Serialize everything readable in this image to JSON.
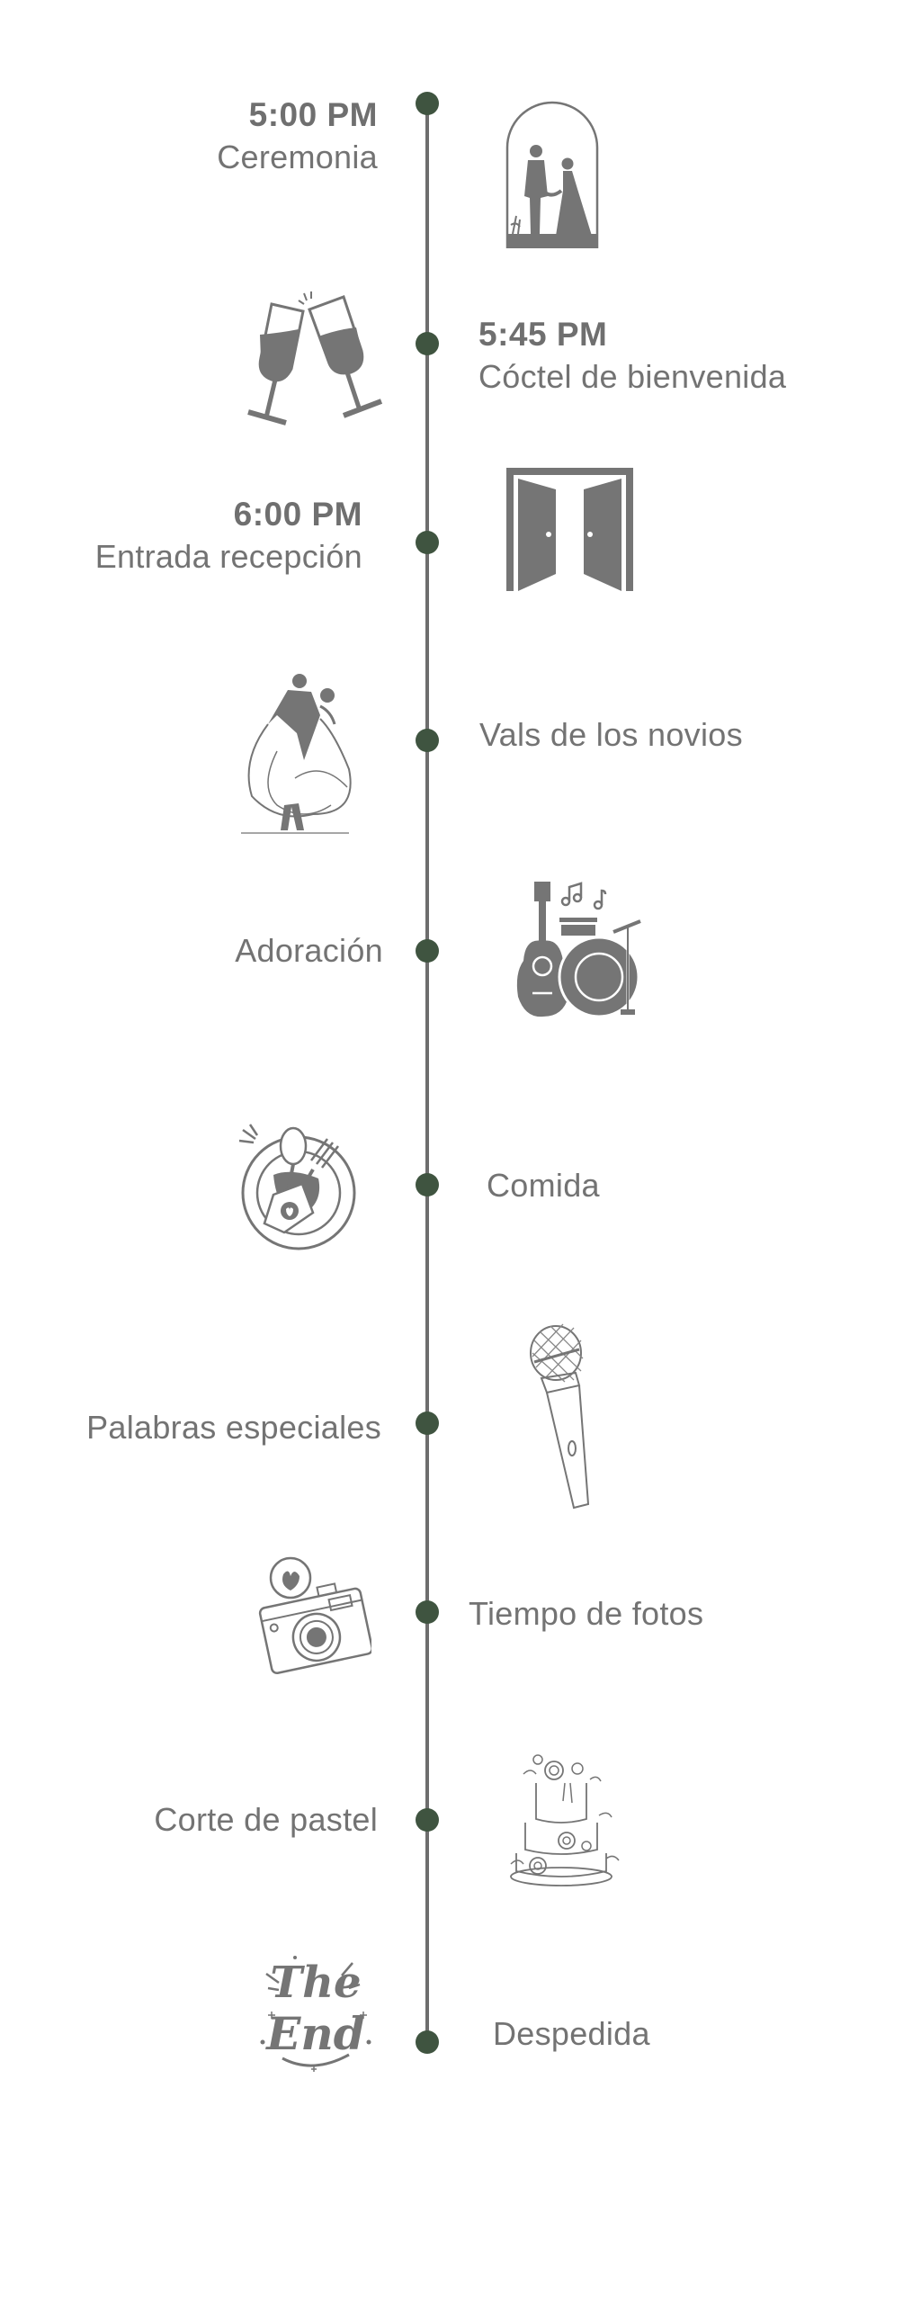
{
  "theme": {
    "line_color": "#6e6e6e",
    "dot_color": "#3f5440",
    "text_color": "#717171",
    "icon_color": "#757575"
  },
  "timeline": {
    "events": [
      {
        "time": "5:00 PM",
        "title": "Ceremonia",
        "side": "left",
        "icon": "couple-arch-icon"
      },
      {
        "time": "5:45 PM",
        "title": "Cóctel de bienvenida",
        "side": "right",
        "icon": "champagne-toast-icon"
      },
      {
        "time": "6:00 PM",
        "title": "Entrada recepción",
        "side": "left",
        "icon": "open-doors-icon"
      },
      {
        "time": "",
        "title": "Vals de los novios",
        "side": "right",
        "icon": "dancing-couple-icon"
      },
      {
        "time": "",
        "title": "Adoración",
        "side": "left",
        "icon": "guitar-drums-icon"
      },
      {
        "time": "",
        "title": "Comida",
        "side": "right",
        "icon": "plate-cutlery-icon"
      },
      {
        "time": "",
        "title": "Palabras especiales",
        "side": "left",
        "icon": "microphone-icon"
      },
      {
        "time": "",
        "title": "Tiempo de fotos",
        "side": "right",
        "icon": "camera-icon"
      },
      {
        "time": "",
        "title": "Corte de pastel",
        "side": "left",
        "icon": "wedding-cake-icon"
      },
      {
        "time": "",
        "title": "Despedida",
        "side": "right",
        "icon": "the-end-lettering-icon"
      }
    ]
  }
}
